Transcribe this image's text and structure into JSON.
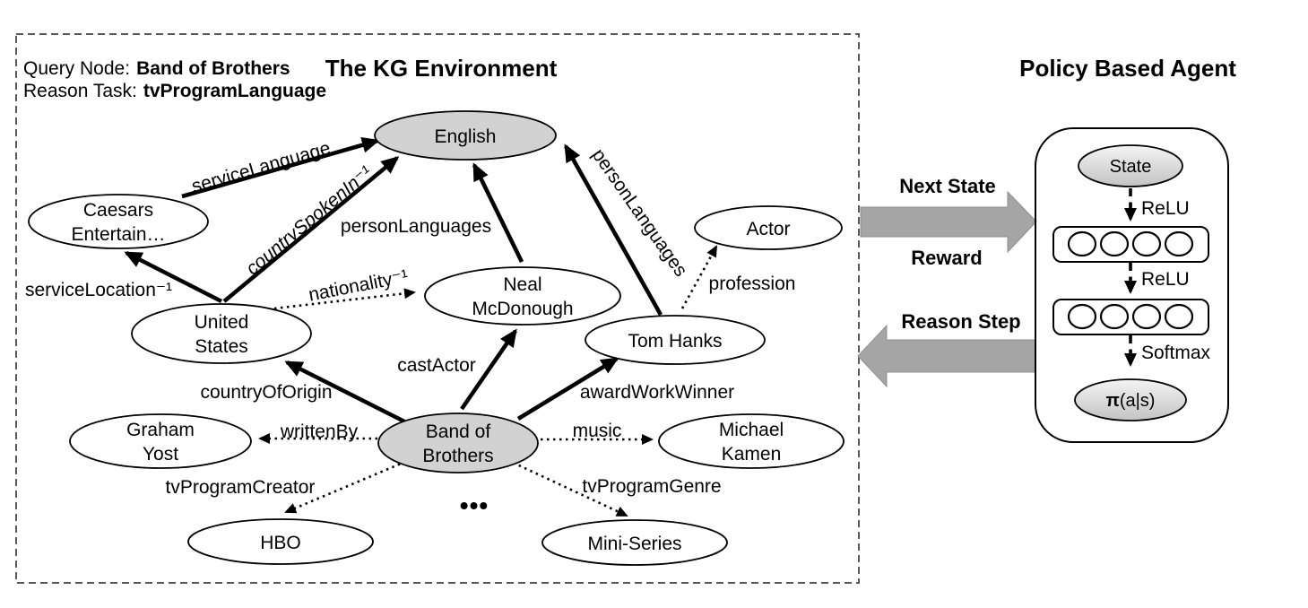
{
  "kg": {
    "title": "The KG Environment",
    "query": {
      "label": "Query Node:",
      "value": "Band of Brothers"
    },
    "task": {
      "label": "Reason Task:",
      "value": "tvProgramLanguage"
    },
    "ellipsis": "•••",
    "nodes": [
      {
        "id": "english",
        "lines": [
          "English"
        ],
        "highlighted": true
      },
      {
        "id": "caesars-entertain",
        "lines": [
          "Caesars",
          "Entertain…"
        ],
        "highlighted": false
      },
      {
        "id": "actor",
        "lines": [
          "Actor"
        ],
        "highlighted": false
      },
      {
        "id": "united-states",
        "lines": [
          "United",
          "States"
        ],
        "highlighted": false
      },
      {
        "id": "neal-mcdonough",
        "lines": [
          "Neal",
          "McDonough"
        ],
        "highlighted": false
      },
      {
        "id": "tom-hanks",
        "lines": [
          "Tom Hanks"
        ],
        "highlighted": false
      },
      {
        "id": "graham-yost",
        "lines": [
          "Graham",
          "Yost"
        ],
        "highlighted": false
      },
      {
        "id": "band-of-brothers",
        "lines": [
          "Band of",
          "Brothers"
        ],
        "highlighted": true
      },
      {
        "id": "michael-kamen",
        "lines": [
          "Michael",
          "Kamen"
        ],
        "highlighted": false
      },
      {
        "id": "hbo",
        "lines": [
          "HBO"
        ],
        "highlighted": false
      },
      {
        "id": "mini-series",
        "lines": [
          "Mini-Series"
        ],
        "highlighted": false
      }
    ],
    "edges": [
      {
        "label": "serviceLanguage",
        "from": "Caesars Entertain…",
        "to": "English",
        "style": "solid"
      },
      {
        "label": "countrySpokenIn⁻¹",
        "from": "United States",
        "to": "English",
        "style": "solid"
      },
      {
        "label": "personLanguages",
        "from": "Neal McDonough",
        "to": "English",
        "style": "solid"
      },
      {
        "label": "personLanguages",
        "from": "Tom Hanks",
        "to": "English",
        "style": "solid"
      },
      {
        "label": "serviceLocation⁻¹",
        "from": "United States",
        "to": "Caesars Entertain…",
        "style": "solid"
      },
      {
        "label": "nationality⁻¹",
        "from": "United States",
        "to": "Neal McDonough",
        "style": "dotted"
      },
      {
        "label": "profession",
        "from": "Tom Hanks",
        "to": "Actor",
        "style": "dotted"
      },
      {
        "label": "castActor",
        "from": "Band of Brothers",
        "to": "Neal McDonough",
        "style": "solid"
      },
      {
        "label": "countryOfOrigin",
        "from": "Band of Brothers",
        "to": "United States",
        "style": "solid"
      },
      {
        "label": "awardWorkWinner",
        "from": "Band of Brothers",
        "to": "Tom Hanks",
        "style": "solid"
      },
      {
        "label": "writtenBy",
        "from": "Band of Brothers",
        "to": "Graham Yost",
        "style": "dotted"
      },
      {
        "label": "music",
        "from": "Band of Brothers",
        "to": "Michael Kamen",
        "style": "dotted"
      },
      {
        "label": "tvProgramCreator",
        "from": "Band of Brothers",
        "to": "HBO",
        "style": "dotted"
      },
      {
        "label": "tvProgramGenre",
        "from": "Band of Brothers",
        "to": "Mini-Series",
        "style": "dotted"
      }
    ]
  },
  "interface_arrows": {
    "next_state": "Next State",
    "reward": "Reward",
    "reason_step": "Reason Step"
  },
  "agent": {
    "title": "Policy Based Agent",
    "state": "State",
    "activations": [
      "ReLU",
      "ReLU",
      "Softmax"
    ],
    "layers": [
      {
        "units": 4
      },
      {
        "units": 4
      }
    ],
    "output": {
      "symbol": "π",
      "args": "(a|s)"
    }
  },
  "colors": {
    "highlighted_node_fill": "#d2d2d2",
    "node_fill": "#ffffff",
    "block_arrow_fill": "#a5a5a5",
    "line": "#000000"
  }
}
